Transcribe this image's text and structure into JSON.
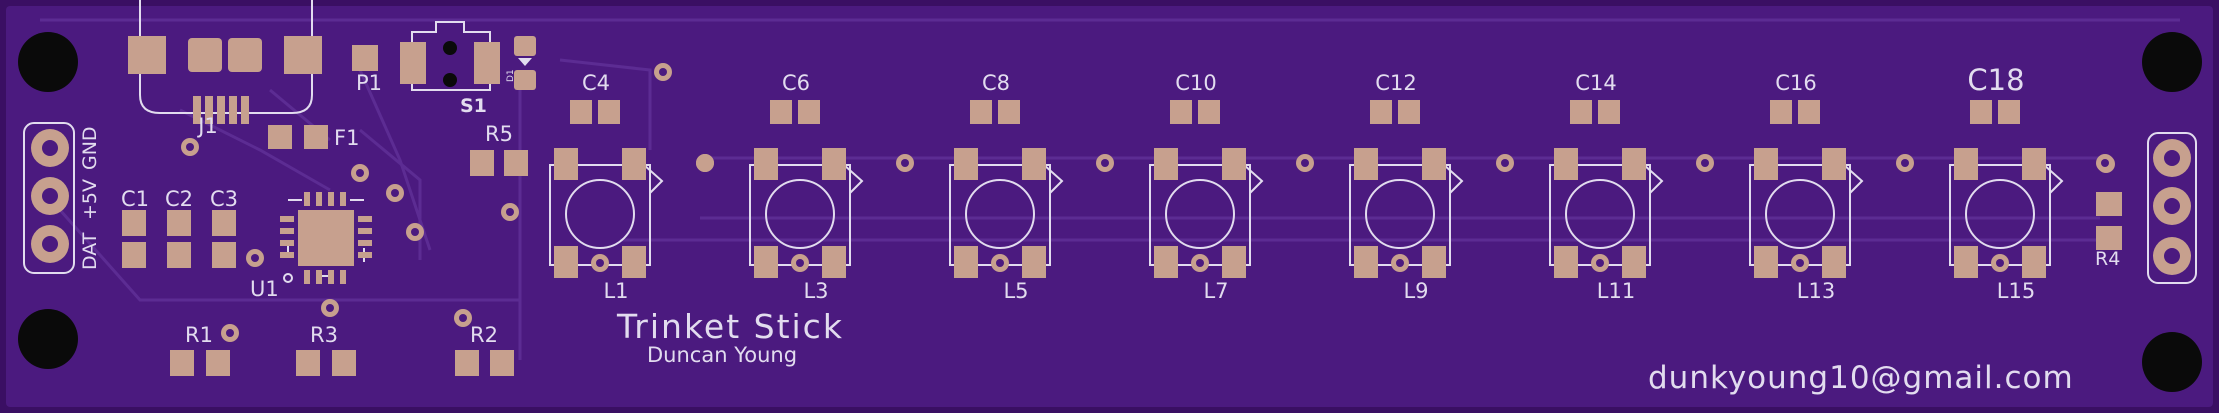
{
  "board": {
    "title": "Trinket Stick",
    "author": "Duncan Young",
    "email": "dunkyoung10@gmail.com",
    "colors": {
      "board": "#4b1a7f",
      "edge": "#3a0f63",
      "trace": "#5c2c93",
      "pad": "#c7a08e",
      "silk": "#e2dcef",
      "hole": "#0a0a0a"
    }
  },
  "header_labels": [
    "DAT",
    "+5V",
    "GND"
  ],
  "component_labels": {
    "j1": "J1",
    "f1": "F1",
    "p1": "P1",
    "s1": "S1",
    "d1": "D1",
    "r5": "R5",
    "u1": "U1",
    "r1": "R1",
    "r2": "R2",
    "r3": "R3",
    "r4": "R4",
    "c1": "C1",
    "c2": "C2",
    "c3": "C3"
  },
  "led_stages": [
    {
      "cap": "C4",
      "led": "L1"
    },
    {
      "cap": "C6",
      "led": "L3"
    },
    {
      "cap": "C8",
      "led": "L5"
    },
    {
      "cap": "C10",
      "led": "L7"
    },
    {
      "cap": "C12",
      "led": "L9"
    },
    {
      "cap": "C14",
      "led": "L11"
    },
    {
      "cap": "C16",
      "led": "L13"
    },
    {
      "cap": "C18",
      "led": "L15"
    }
  ]
}
